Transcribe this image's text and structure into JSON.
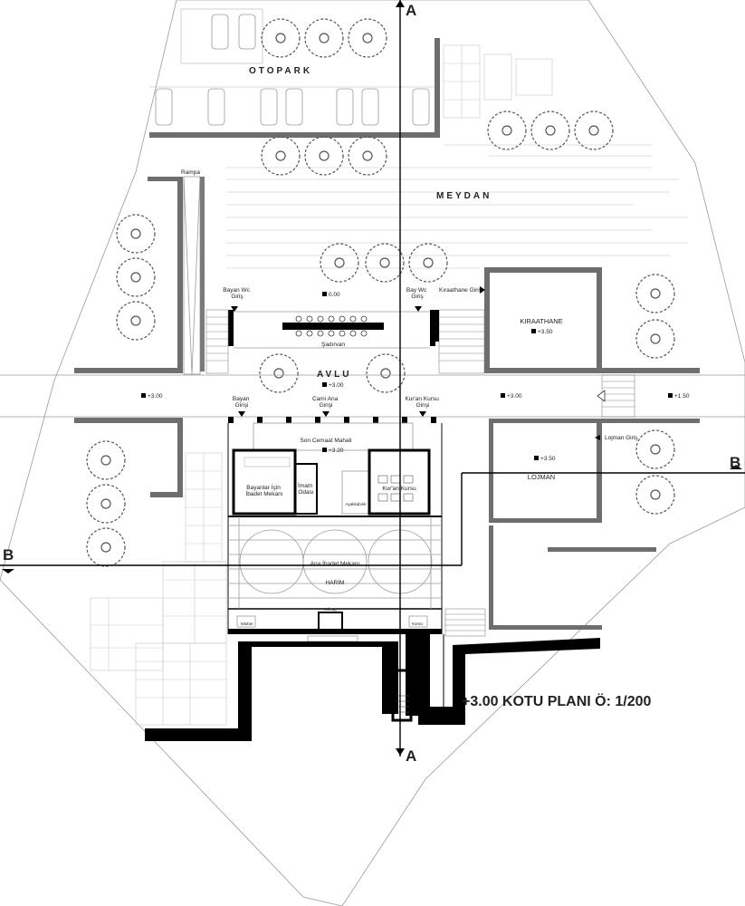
{
  "title": "+3.00 KOTU PLANI  Ö: 1/200",
  "zones": {
    "otopark": "OTOPARK",
    "meydan": "MEYDAN",
    "avlu": "AVLU"
  },
  "sections": {
    "a_top": "A",
    "a_bottom": "A",
    "b_left": "B",
    "b_right": "B"
  },
  "rooms": {
    "kiraathane": "KIRAATHANE",
    "lojman": "LOJMAN",
    "son_cemaat": "Son Cemaat Mahali",
    "bayan_ibadet": "Bayanlar İçin\nİbadet Mekanı",
    "imam_odasi": "İmam\nOdası",
    "kuran_kursu": "Kur'an Kursu",
    "ayakkabilik": "Ayakkabılık",
    "ana_ibadet": "Ana İbadet Mekanı",
    "harim": "HARİM",
    "minber": "Minber",
    "mihrap": "Mihrap",
    "kursu": "Kürsü",
    "sadirvan": "Şadırvan",
    "rampa": "Rampa"
  },
  "entrances": {
    "bayan_wc": "Bayan Wc\nGiriş",
    "bay_wc": "Bay Wc\nGiriş",
    "kiraathane_giris": "Kıraathane Giriş",
    "bayan_giris": "Bayan\nGirişi",
    "cami_ana_giris": "Cami Ana\nGirişi",
    "kuran_kursu_giris": "Kur'an Kursu\nGirişi",
    "lojman_giris": "Lojman Giriş"
  },
  "levels": {
    "meydan": "0.00",
    "avlu": "+3.00",
    "left": "+3.00",
    "right_mid": "+3.00",
    "right": "+1.50",
    "kiraathane": "+3.50",
    "lojman": "+3.50",
    "son_cemaat": "+3.20"
  }
}
